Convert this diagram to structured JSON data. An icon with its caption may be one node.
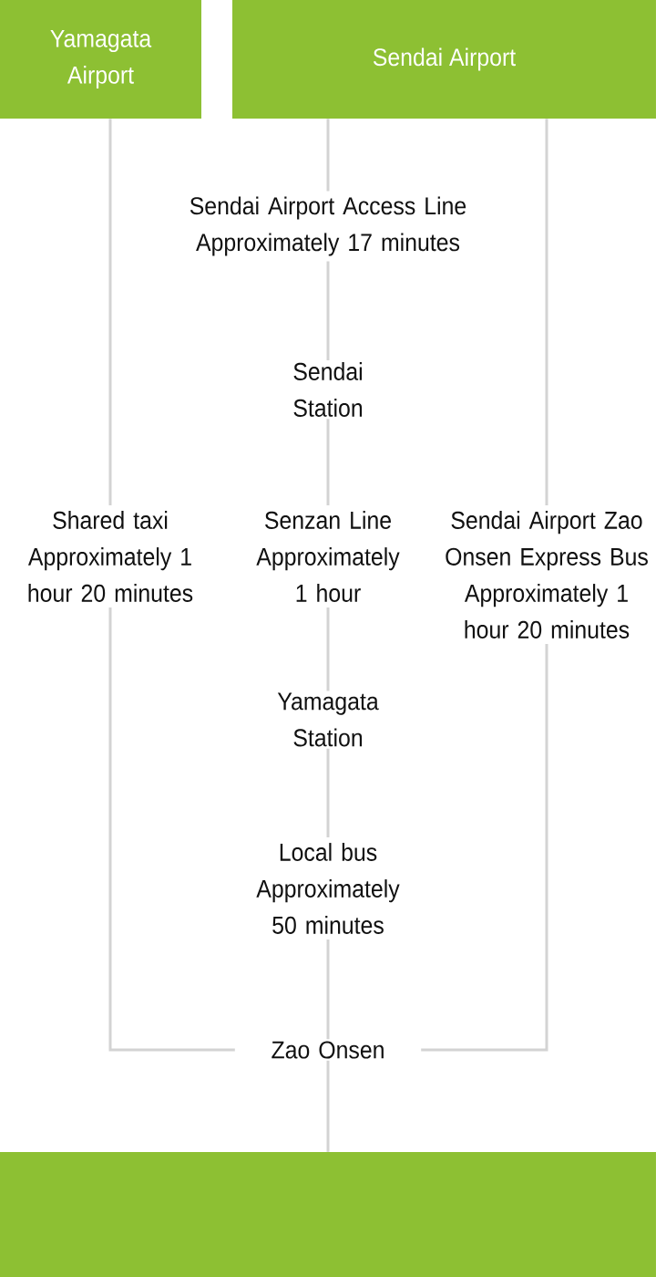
{
  "diagram": {
    "nodes": [
      {
        "text": [
          "Yamagata Airport"
        ]
      },
      {
        "text": [
          "Sendai Airport"
        ]
      },
      {
        "text": [
          "Sendai Station"
        ]
      },
      {
        "text": [
          "Yamagata Station"
        ]
      },
      {
        "text": [
          "Zao Onsen"
        ]
      },
      {
        "text": [],
        "shape": "bar"
      }
    ],
    "edges": [
      {
        "from": 1,
        "to": 2,
        "arrow": "none",
        "label": "Sendai Airport Access Line Approximately 17 minutes"
      },
      {
        "from": 2,
        "to": 3,
        "arrow": "none",
        "label": "Senzan Line Approximately 1 hour"
      },
      {
        "from": 3,
        "to": 4,
        "arrow": "none",
        "label": "Local bus Approximately 50 minutes"
      },
      {
        "from": 0,
        "to": 4,
        "arrow": "none",
        "label": "Shared taxi Approximately 1 hour 20 minutes"
      },
      {
        "from": 1,
        "to": 4,
        "arrow": "none",
        "label": "Sendai Airport Zao Onsen Express Bus Approximately 1 hour 20 minutes"
      },
      {
        "from": 4,
        "to": 5,
        "arrow": "none"
      }
    ]
  }
}
